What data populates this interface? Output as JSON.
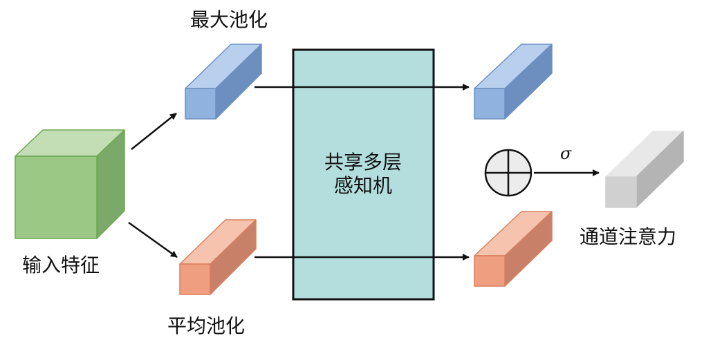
{
  "labels": {
    "max_pool": "最大池化",
    "avg_pool": "平均池化",
    "input": "输入特征",
    "mlp_line1": "共享多层",
    "mlp_line2": "感知机",
    "sigma": "σ",
    "output": "通道注意力"
  },
  "colors": {
    "input_front": "#9cc885",
    "input_top": "#c3ddb5",
    "input_side": "#7aa96a",
    "input_stroke": "#6aa84f",
    "max_front": "#8fb3de",
    "max_top": "#b8d0ee",
    "max_side": "#6d8fbf",
    "max_stroke": "#6d8fc0",
    "avg_front": "#ef9f80",
    "avg_top": "#f6c4ae",
    "avg_side": "#c98068",
    "avg_stroke": "#d97f5e",
    "out_front": "#d0d0d0",
    "out_top": "#e8e8e8",
    "out_side": "#b4b4b4",
    "mlp_fill": "#b3dedd",
    "ink": "#111111"
  }
}
